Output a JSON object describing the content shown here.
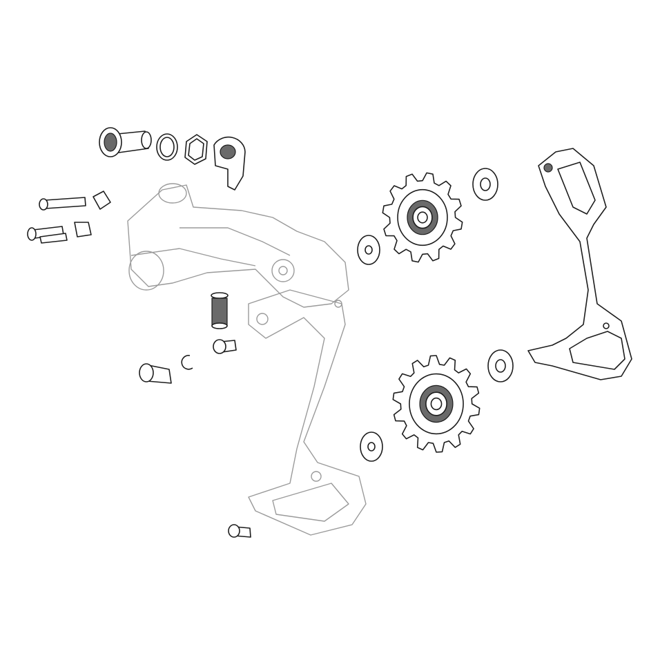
{
  "diagram": {
    "type": "exploded-parts-view",
    "colors": {
      "background": "#ffffff",
      "highlight_line": "#1c1c1c",
      "ghost_line": "#9a9a9a",
      "shade": "#6a6a6a"
    },
    "pulleys": [
      {
        "name": "upper-pulley",
        "teeth": 12
      },
      {
        "name": "lower-pulley",
        "teeth": 14
      }
    ]
  }
}
